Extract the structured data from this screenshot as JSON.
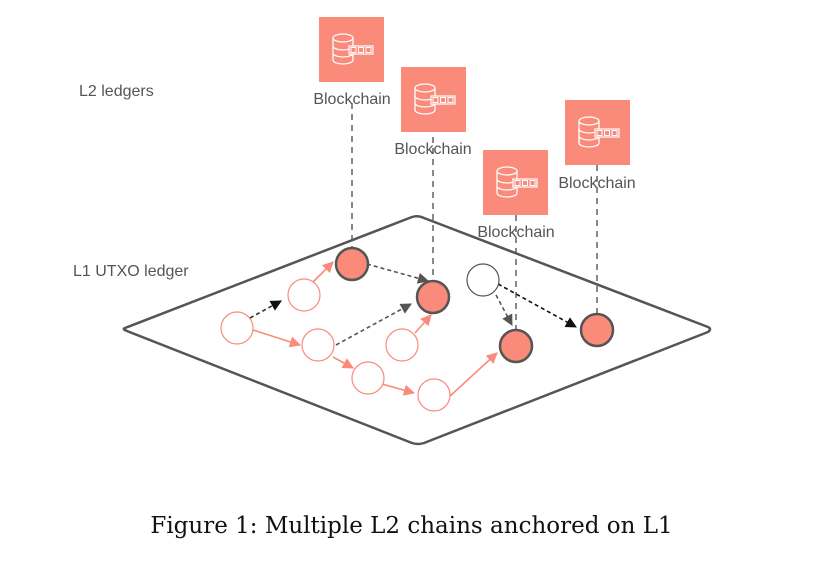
{
  "labels": {
    "l2": "L2 ledgers",
    "l1": "L1 UTXO ledger"
  },
  "blockchains": [
    {
      "label": "Blockchain"
    },
    {
      "label": "Blockchain"
    },
    {
      "label": "Blockchain"
    },
    {
      "label": "Blockchain"
    }
  ],
  "caption": "Figure 1: Multiple L2 chains anchored on L1",
  "colors": {
    "accent": "#fa8a7a",
    "outline": "#555555",
    "node_fill": "#fa8a7a"
  }
}
